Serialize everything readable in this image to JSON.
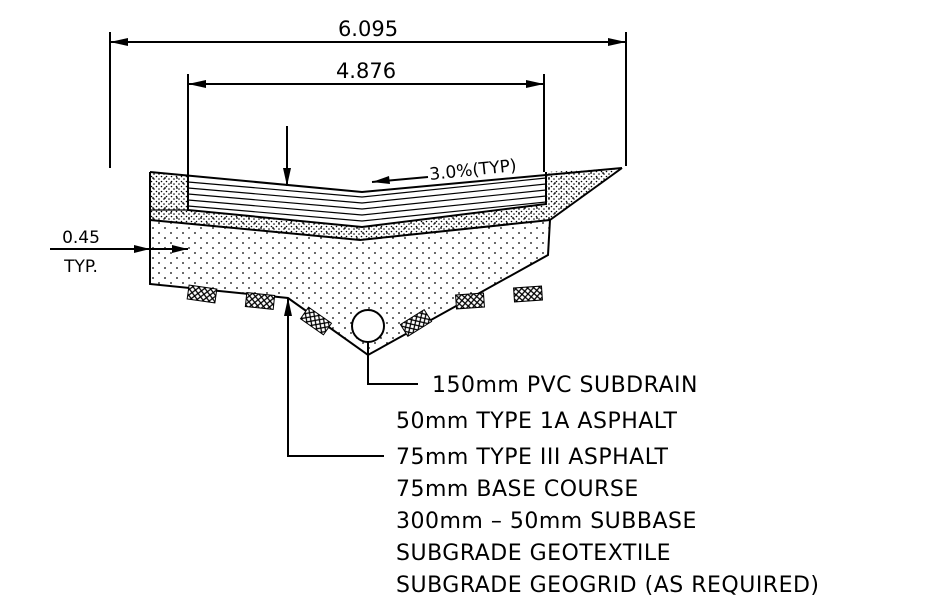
{
  "dimensions": {
    "overall_width": "6.095",
    "paved_width": "4.876",
    "cross_slope": "3.0%(TYP)",
    "shoulder_width": "0.45",
    "shoulder_note": "TYP."
  },
  "callouts": {
    "subdrain": "150mm PVC SUBDRAIN",
    "layers": [
      "50mm TYPE 1A ASPHALT",
      "75mm TYPE III ASPHALT",
      "75mm BASE COURSE",
      "300mm – 50mm SUBBASE",
      "SUBGRADE GEOTEXTILE",
      "SUBGRADE GEOGRID (AS REQUIRED)"
    ]
  }
}
